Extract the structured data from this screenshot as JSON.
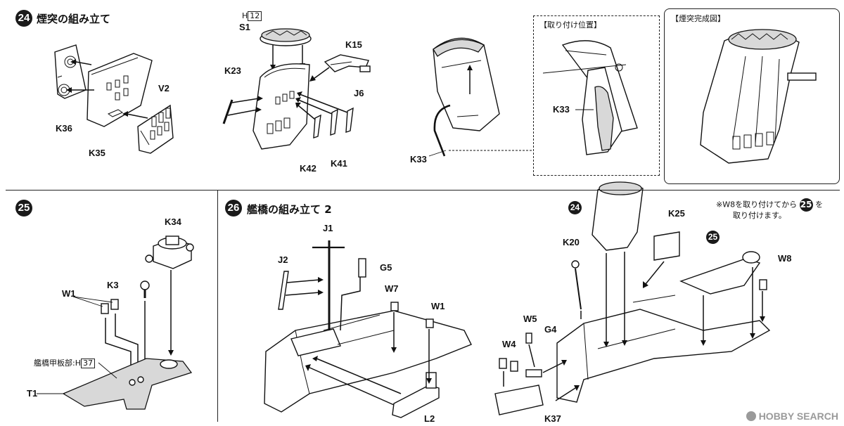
{
  "steps": {
    "s24": {
      "number": "24",
      "title": "煙突の組み立て"
    },
    "s25": {
      "number": "25"
    },
    "s26": {
      "number": "26",
      "title": "艦橋の組み立て 2"
    }
  },
  "inset_position": {
    "title": "【取り付け位置】"
  },
  "inset_finished": {
    "title": "【煙突完成図】"
  },
  "parts_24": {
    "k36": "K36",
    "k35": "K35",
    "v2": "V2",
    "h12_prefix": "H",
    "h12_num": "12",
    "s1": "S1",
    "k23": "K23",
    "k15": "K15",
    "j6": "J6",
    "k42": "K42",
    "k41": "K41",
    "k33_main": "K33",
    "k33_inset": "K33"
  },
  "parts_25": {
    "k34": "K34",
    "k3": "K3",
    "w1": "W1",
    "deck_note": "艦橋甲板部:",
    "h37_prefix": "H",
    "h37_num": "37",
    "t1": "T1"
  },
  "parts_26": {
    "j1": "J1",
    "j2": "J2",
    "g5": "G5",
    "w7": "W7",
    "w1": "W1",
    "l2": "L2",
    "ref24": "24",
    "k20": "K20",
    "k25": "K25",
    "ref25": "25",
    "w8": "W8",
    "w5": "W5",
    "g4": "G4",
    "w4": "W4",
    "k37": "K37"
  },
  "note": {
    "line1_a": "※W8を取り付けてから",
    "ref": "25",
    "line1_b": "を",
    "line2": "取り付けます。"
  },
  "watermark": "HOBBY SEARCH"
}
